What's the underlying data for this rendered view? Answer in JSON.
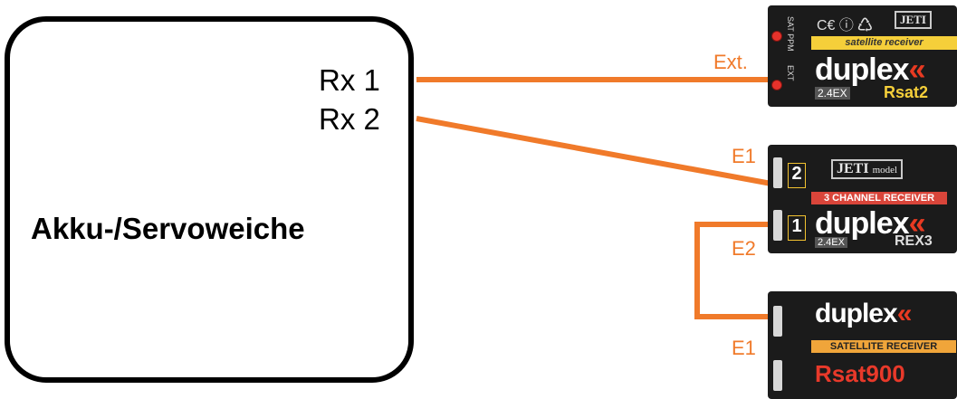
{
  "box": {
    "rx1": "Rx 1",
    "rx2": "Rx 2",
    "title": "Akku-/Servoweiche"
  },
  "ports": {
    "ext": "Ext.",
    "e1_top": "E1",
    "e2": "E2",
    "e1_bottom": "E1"
  },
  "modules": {
    "rsat2": {
      "band": "satellite receiver",
      "logo": "duplex",
      "tech": "2.4EX",
      "model": "Rsat2",
      "side_top": "SAT PPM",
      "side_bottom": "EXT"
    },
    "rex3": {
      "brand": "JETI",
      "brand_sub": "model",
      "band": "3 CHANNEL RECEIVER",
      "logo": "duplex",
      "tech": "2.4EX",
      "model": "REX3",
      "port_top": "2",
      "port_bottom": "1"
    },
    "rsat900": {
      "logo": "duplex",
      "band": "SATELLITE RECEIVER",
      "model": "Rsat900"
    }
  },
  "colors": {
    "wire": "#f07a2a",
    "accent": "#f5cf3a",
    "module_bg": "#1b1b1b"
  }
}
